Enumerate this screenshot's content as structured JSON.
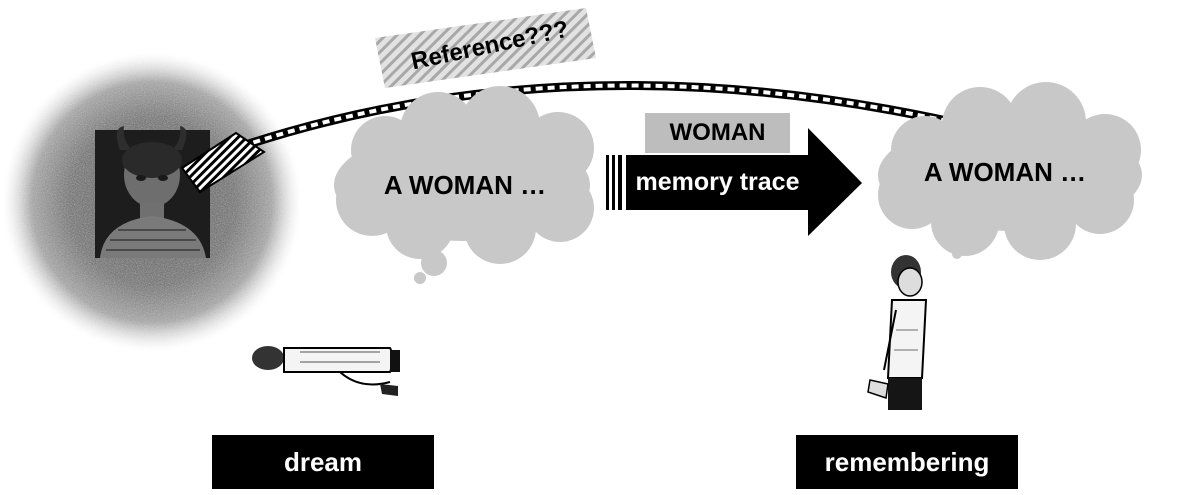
{
  "diagram": {
    "reference_label": "Reference???",
    "dream_thought": "A WOMAN …",
    "remember_thought": "A WOMAN …",
    "word_tag": "WOMAN",
    "arrow_label": "memory trace",
    "dream_caption": "dream",
    "remember_caption": "remembering"
  },
  "colors": {
    "cloud": "#c8c8c8",
    "caption_bg": "#000000",
    "caption_text": "#ffffff",
    "arrow": "#000000",
    "word_tag_bg": "#bdbdbd"
  }
}
